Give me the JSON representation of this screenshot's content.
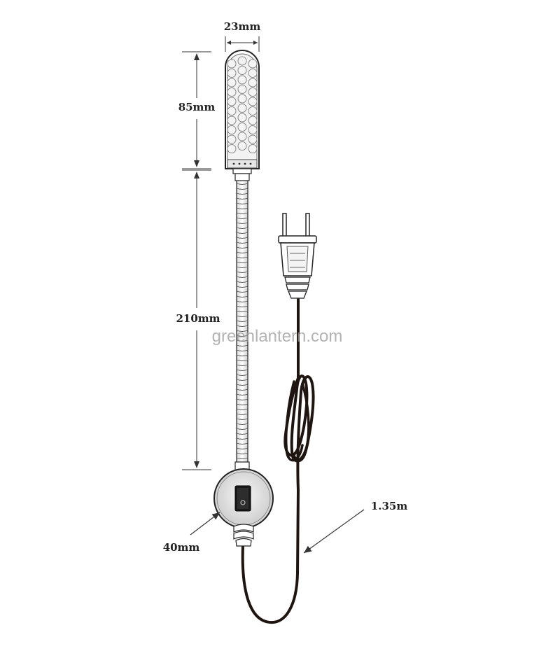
{
  "dimensions": {
    "head_width": "23mm",
    "head_length": "85mm",
    "neck_length": "210mm",
    "base_diameter": "40mm",
    "cable_length": "1.35m"
  },
  "watermark": "greenlantern.com",
  "colors": {
    "outline": "#222222",
    "cable": "#1e1410",
    "led": "#f4f4f4",
    "dimension_line": "#333333"
  },
  "icons": {
    "switch": "rocker-switch-icon",
    "plug": "us-plug-icon"
  }
}
